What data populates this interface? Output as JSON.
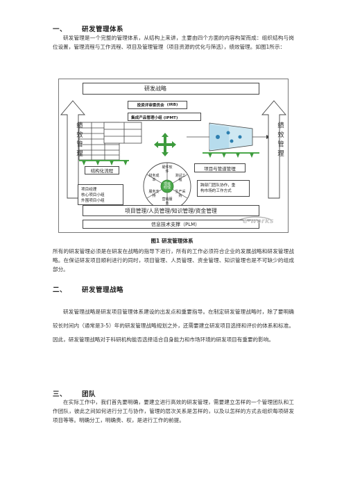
{
  "sections": [
    {
      "num": "一、",
      "title": "研发管理体系",
      "paragraph": "研发管理是一个完整的管理体系，从结构上来讲，主要由四个方面的内容构架而成：组织结构与岗位设置，管理流程与工作流程、项目及管理管理（项目资源的优化与筛选），绩效管理。如图1所示："
    },
    {
      "num": "二、",
      "title": "研发管理战略",
      "paragraph": "研发管理战略是研发项目管理体系建设的出发点和重要指导。在制定研发管理战略时，除了要明确较长时间内（通常是3-5）年的研发管理战略规划之外，还需要建立研发项目选择和评价的体系和标准。因此，研发管理战略对于科研机构能否选择适合自身能力和市场环境的研发项目有重要的影响。"
    },
    {
      "num": "三、",
      "title": "团队",
      "paragraph": "在实际工作中，我们首先要明确，要建立进行高效的研发管理，需要建立怎样的一个管理团队和工作团队，彼此之间如何进行分工与协作，管理的层次关系是怎样的，以及以怎样的方式去组织每项研发项目等等。明确分工，明确责、权，是进行工作的前提。"
    }
  ],
  "figure": {
    "top_label": "研发战略",
    "committee": "投资评审委员会",
    "committee_abbr": "(IRB)",
    "ipmt": "集成产品管理小组",
    "ipmt_abbr": "(IPMT)",
    "left_side": "绩效管理",
    "right_side": "绩效管理",
    "structured_process": "结构化流程",
    "project_pipeline": "项目与管道管理",
    "left_note": [
      "项目经理",
      "核心项目小组",
      "外围项目小组"
    ],
    "right_note": [
      "跨部门团队协作，重",
      "构市场的工作方式"
    ],
    "wheel_center": "项目经理",
    "wheel_items": [
      "硬件软件",
      "测试工程",
      "生产采购",
      "营销服务",
      "服务支持",
      "财务成本"
    ],
    "bottom_mgmt": "项目管理/人员管理/知识管理/资金管理",
    "it_support": "信息技术支撑（PLM）",
    "watermark": "e-works",
    "caption": "图1  研发管理体系"
  },
  "after_figure": "所有的研发管理必须是在研发在战略的指导下进行，所有的工作必须符合企业的发展战略和研发管理战略。在保证研发项目顺利进行的同时，项目管理、人员管理、资金管理、知识管理也是不可缺少的组成部分。"
}
